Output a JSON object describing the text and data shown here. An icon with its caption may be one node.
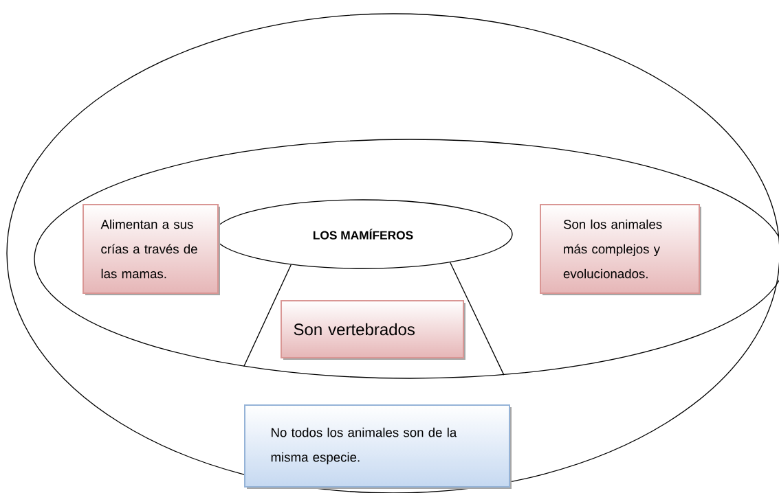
{
  "diagram": {
    "nodes": [
      {
        "text": [],
        "shape": "ellipse"
      },
      {
        "text": [],
        "shape": "ellipse",
        "in": 0
      },
      {
        "text": [
          "LOS MAMÍFEROS"
        ],
        "in": 1
      },
      {
        "text": [
          "Alimentan a sus crías a través de las mamas."
        ],
        "in": 1
      },
      {
        "text": [
          "Son los animales más complejos y evolucionados."
        ],
        "in": 1
      },
      {
        "text": [
          "Son vertebrados"
        ],
        "in": 1
      },
      {
        "text": [
          "No todos los animales son de la misma especie."
        ],
        "in": 0
      }
    ],
    "edges": [
      {
        "from": 2,
        "to": 1,
        "arrow": "none"
      },
      {
        "from": 2,
        "to": 1,
        "arrow": "none"
      }
    ]
  }
}
